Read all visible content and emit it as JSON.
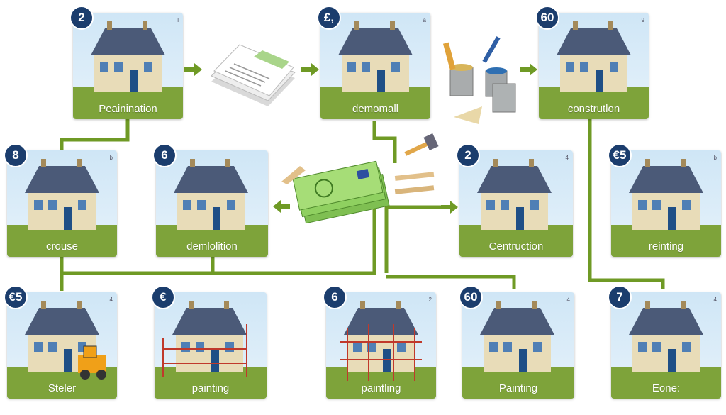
{
  "cards": [
    {
      "id": "c1",
      "badge": "2",
      "label": "Peainination",
      "corner": "l"
    },
    {
      "id": "c2",
      "badge": "£,",
      "label": "demomall",
      "corner": "a"
    },
    {
      "id": "c3",
      "badge": "60",
      "label": "construtlon",
      "corner": "9"
    },
    {
      "id": "c4",
      "badge": "8",
      "label": "crouse",
      "corner": "b"
    },
    {
      "id": "c5",
      "badge": "6",
      "label": "demlolition",
      "corner": ""
    },
    {
      "id": "c6",
      "badge": "2",
      "label": "Centruction",
      "corner": "4"
    },
    {
      "id": "c7",
      "badge": "€5",
      "label": "reinting",
      "corner": "b"
    },
    {
      "id": "c8",
      "badge": "€5",
      "label": "Steler",
      "corner": "4"
    },
    {
      "id": "c9",
      "badge": "€",
      "label": "painting",
      "corner": ""
    },
    {
      "id": "c10",
      "badge": "6",
      "label": "paintling",
      "corner": "2"
    },
    {
      "id": "c11",
      "badge": "60",
      "label": "Painting",
      "corner": "4"
    },
    {
      "id": "c12",
      "badge": "7",
      "label": "Eone:",
      "corner": "4"
    }
  ],
  "colors": {
    "green": "#6f9a25",
    "badge": "#1b3d6d",
    "wall": "#e8dcb8",
    "roof": "#4b5a78",
    "door": "#1f4f86"
  }
}
